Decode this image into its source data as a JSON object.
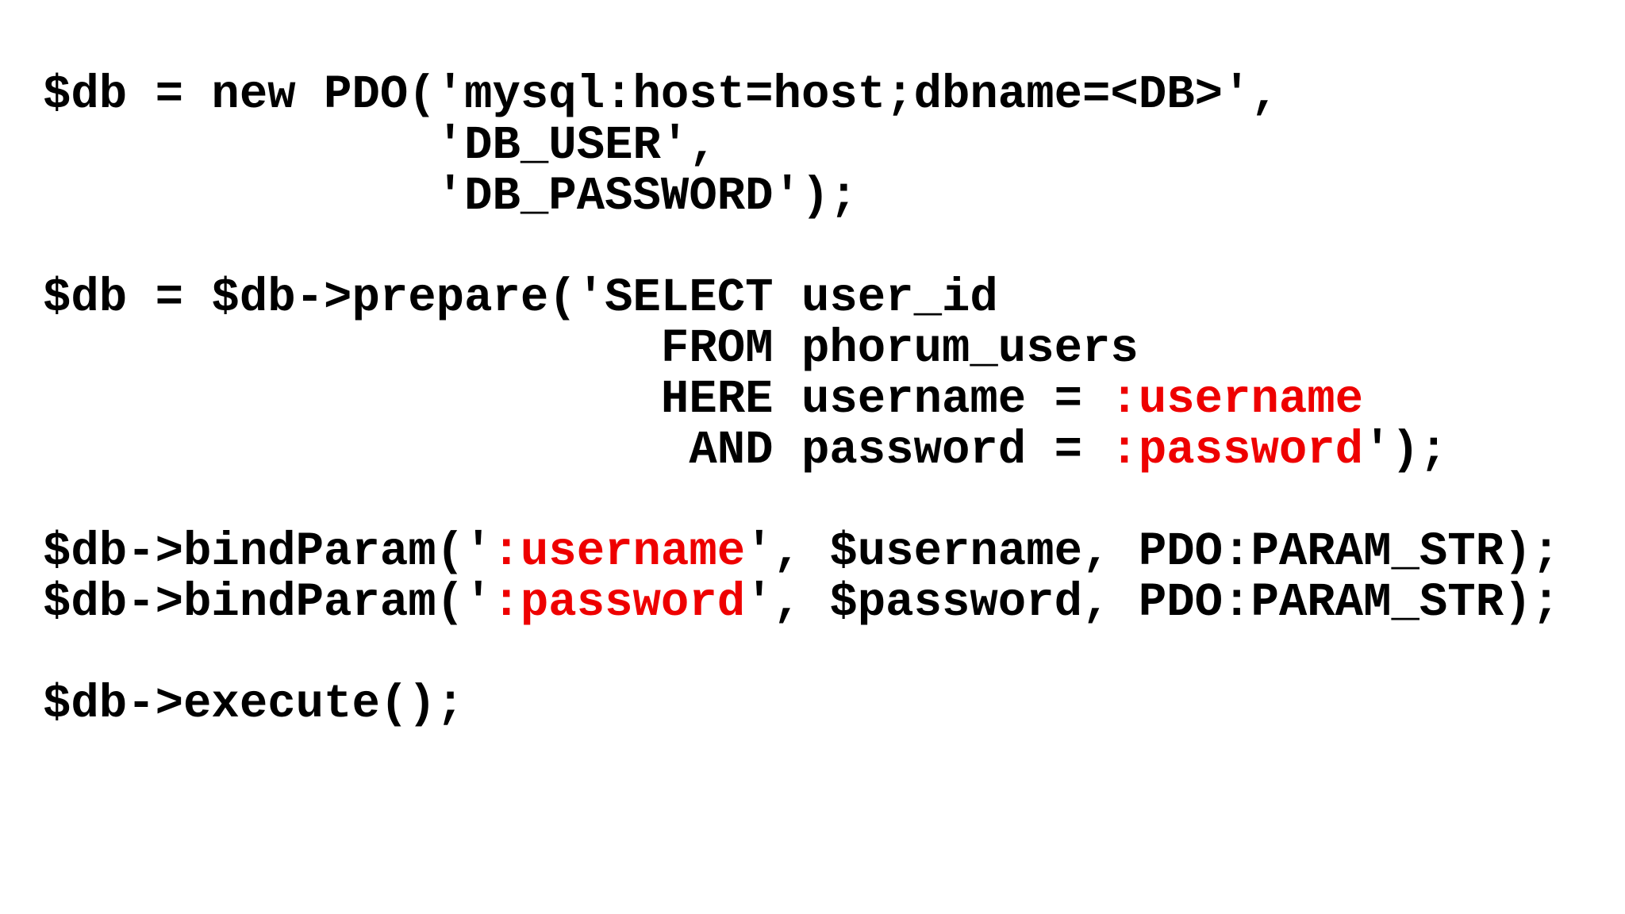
{
  "slide": {
    "background": "#ffffff",
    "colors": {
      "code_default": "#000000",
      "code_highlight": "#ee0000"
    },
    "code_lines": [
      {
        "segments": [
          {
            "text": "$db = new PDO('mysql:host=host;dbname=<DB>',",
            "highlight": false
          }
        ]
      },
      {
        "segments": [
          {
            "text": "              'DB_USER',",
            "highlight": false
          }
        ]
      },
      {
        "segments": [
          {
            "text": "              'DB_PASSWORD');",
            "highlight": false
          }
        ]
      },
      {
        "segments": []
      },
      {
        "segments": [
          {
            "text": "$db = $db->prepare('SELECT user_id",
            "highlight": false
          }
        ]
      },
      {
        "segments": [
          {
            "text": "                      FROM phorum_users",
            "highlight": false
          }
        ]
      },
      {
        "segments": [
          {
            "text": "                      HERE username = ",
            "highlight": false
          },
          {
            "text": ":username",
            "highlight": true
          }
        ]
      },
      {
        "segments": [
          {
            "text": "                       AND password = ",
            "highlight": false
          },
          {
            "text": ":password",
            "highlight": true
          },
          {
            "text": "');",
            "highlight": false
          }
        ]
      },
      {
        "segments": []
      },
      {
        "segments": [
          {
            "text": "$db->bindParam('",
            "highlight": false
          },
          {
            "text": ":username",
            "highlight": true
          },
          {
            "text": "', $username, PDO:PARAM_STR);",
            "highlight": false
          }
        ]
      },
      {
        "segments": [
          {
            "text": "$db->bindParam('",
            "highlight": false
          },
          {
            "text": ":password",
            "highlight": true
          },
          {
            "text": "', $password, PDO:PARAM_STR);",
            "highlight": false
          }
        ]
      },
      {
        "segments": []
      },
      {
        "segments": [
          {
            "text": "$db->execute();",
            "highlight": false
          }
        ]
      }
    ]
  }
}
